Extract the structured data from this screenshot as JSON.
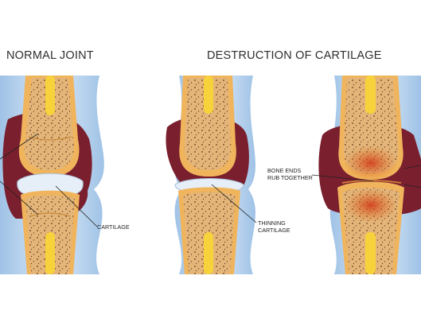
{
  "titles": {
    "normal": "NORMAL JOINT",
    "destruction": "DESTRUCTION OF CARTILAGE"
  },
  "labels": {
    "cartilage": "CARTILAGE",
    "thinning": [
      "THINNING",
      "CARTILAGE"
    ],
    "bone_ends": [
      "BONE ENDS",
      "RUB TOGETHER"
    ]
  },
  "colors": {
    "capsule": "#bcd6ee",
    "synovial_fluid": "#7a1f2e",
    "cortex": "#f0b45c",
    "spongy_bone": "#e3b579",
    "marrow": "#f7d23a",
    "cartilage": "#e6eef7",
    "inflamed": "#d2401f"
  }
}
